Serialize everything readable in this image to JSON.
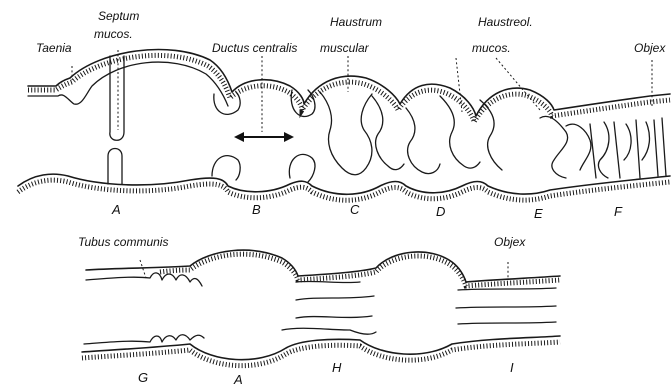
{
  "labels": {
    "taenia": "Taenia",
    "septum_l1": "Septum",
    "septum_l2": "mucos.",
    "ductus": "Ductus centralis",
    "haustrum_l1": "Haustrum",
    "haustrum_l2": "muscular",
    "haustreol_l1": "Haustreol.",
    "haustreol_l2": "mucos.",
    "objex_top": "Objex",
    "tubus": "Tubus communis",
    "objex_bottom": "Objex"
  },
  "letters_top": [
    "A",
    "B",
    "C",
    "D",
    "E",
    "F"
  ],
  "letters_bottom": [
    "G",
    "A",
    "H",
    "I"
  ]
}
